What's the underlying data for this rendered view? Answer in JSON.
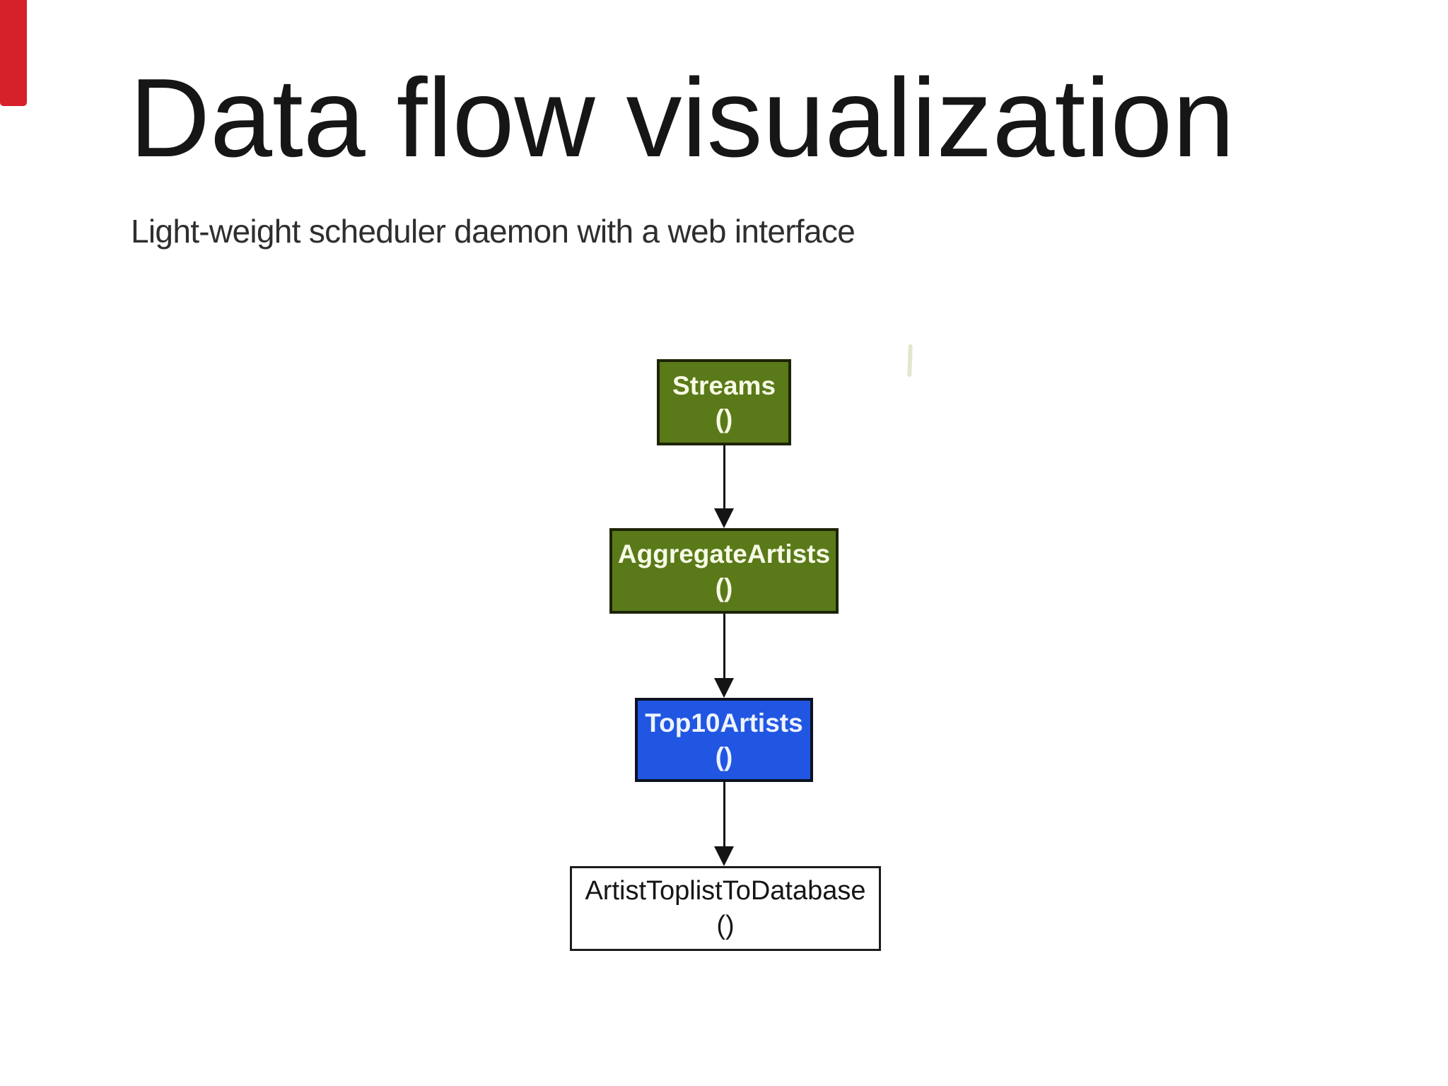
{
  "slide": {
    "title": "Data flow visualization",
    "subtitle": "Light-weight scheduler daemon with a web interface",
    "accent_bar_color": "#d6202a",
    "background_color": "#ffffff"
  },
  "diagram": {
    "type": "flow",
    "direction": "top-to-bottom",
    "arrow_color": "#141414",
    "nodes": [
      {
        "name": "Streams",
        "args": "()",
        "fill": "#5a7919",
        "border": "#1d2404",
        "text": "#f7fae6"
      },
      {
        "name": "AggregateArtists",
        "args": "()",
        "fill": "#5a7919",
        "border": "#1d2404",
        "text": "#f7fae6"
      },
      {
        "name": "Top10Artists",
        "args": "()",
        "fill": "#2156e2",
        "border": "#0d1220",
        "text": "#eef3ff"
      },
      {
        "name": "ArtistToplistToDatabase",
        "args": "()",
        "fill": "#ffffff",
        "border": "#1c1c1c",
        "text": "#161616"
      }
    ],
    "edges": [
      {
        "from": "Streams",
        "to": "AggregateArtists"
      },
      {
        "from": "AggregateArtists",
        "to": "Top10Artists"
      },
      {
        "from": "Top10Artists",
        "to": "ArtistToplistToDatabase"
      }
    ]
  }
}
